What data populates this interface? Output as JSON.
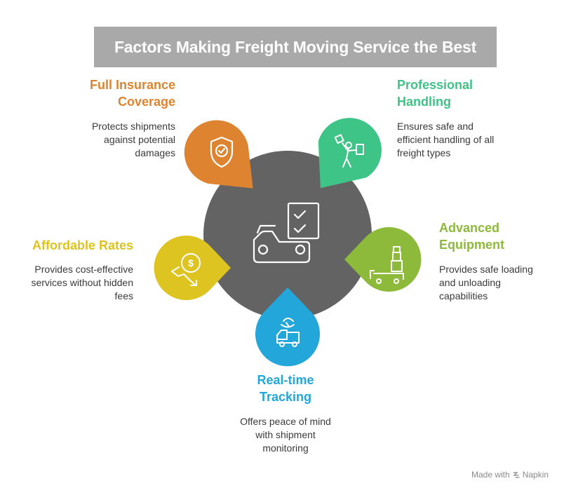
{
  "title": "Factors Making Freight Moving Service the Best",
  "colors": {
    "center": "#636363",
    "insurance": "#de8430",
    "handling": "#3ec486",
    "equipment": "#8dba3b",
    "tracking": "#23a6d9",
    "rates": "#ddc420"
  },
  "factors": [
    {
      "key": "insurance",
      "heading_lines": [
        "Full Insurance",
        "Coverage"
      ],
      "desc_lines": [
        "Protects shipments",
        "against potential",
        "damages"
      ],
      "icon": "shield-check-icon"
    },
    {
      "key": "handling",
      "heading_lines": [
        "Professional",
        "Handling"
      ],
      "desc_lines": [
        "Ensures safe and",
        "efficient handling of all",
        "freight types"
      ],
      "icon": "person-carrying-boxes-icon"
    },
    {
      "key": "equipment",
      "heading_lines": [
        "Advanced",
        "Equipment"
      ],
      "desc_lines": [
        "Provides safe loading",
        "and unloading",
        "capabilities"
      ],
      "icon": "pallet-jack-icon"
    },
    {
      "key": "tracking",
      "heading_lines": [
        "Real-time",
        "Tracking"
      ],
      "desc_lines": [
        "Offers peace of mind",
        "with shipment",
        "monitoring"
      ],
      "icon": "truck-satellite-icon"
    },
    {
      "key": "rates",
      "heading_lines": [
        "Affordable Rates"
      ],
      "desc_lines": [
        "Provides cost-effective",
        "services without hidden",
        "fees"
      ],
      "icon": "dollar-down-trend-icon"
    }
  ],
  "center_icon": "truck-checklist-icon",
  "footer": {
    "made_with": "Made with",
    "brand": "Napkin"
  }
}
